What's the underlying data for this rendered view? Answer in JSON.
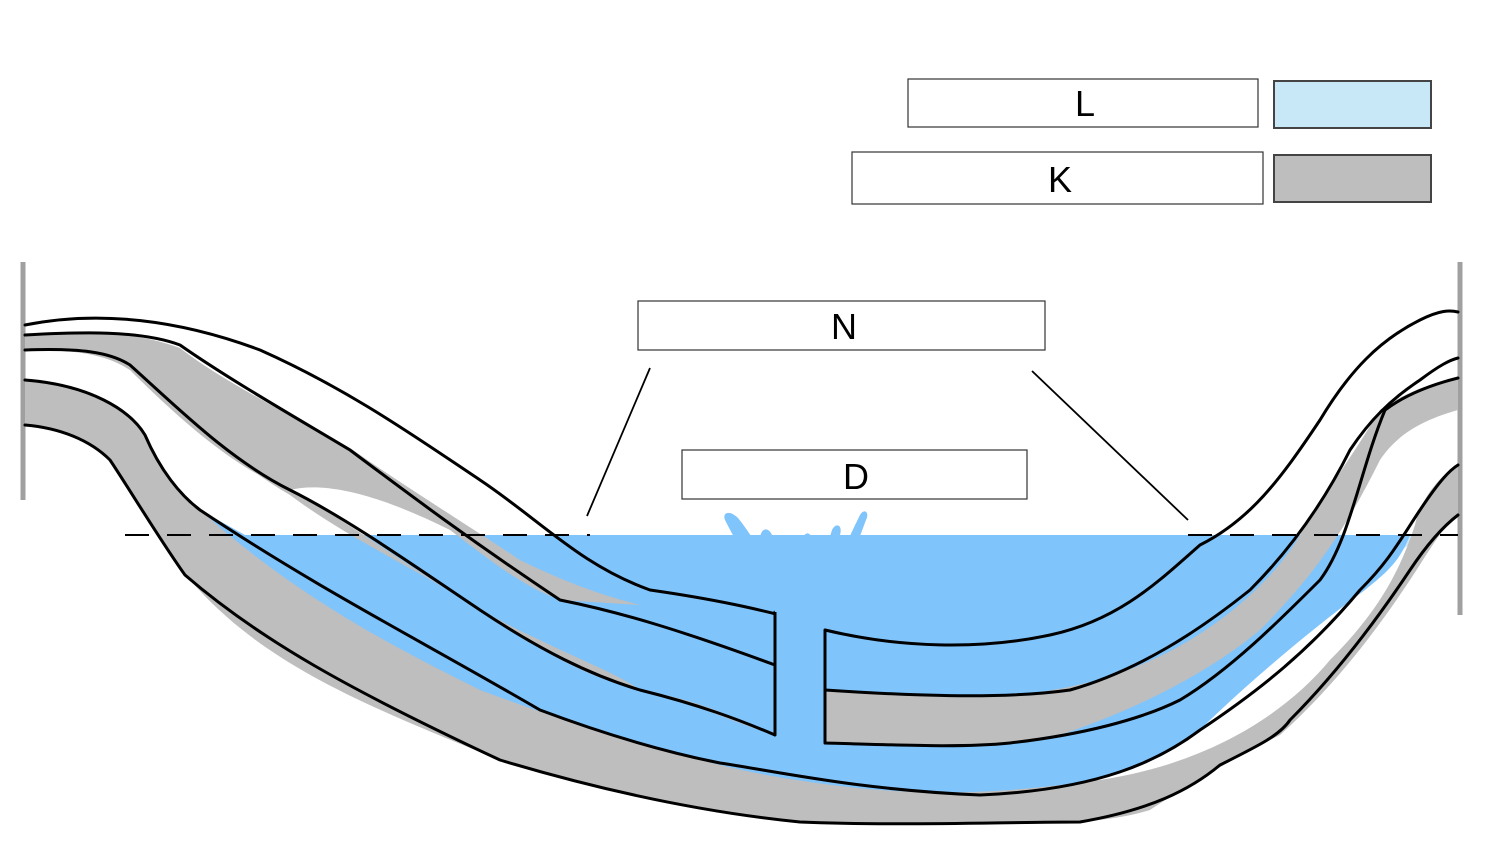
{
  "labels": {
    "l": "L",
    "k": "K",
    "n": "N",
    "d": "D"
  },
  "legend": [
    {
      "key": "l",
      "swatch_color": "#C8E8F8"
    },
    {
      "key": "k",
      "swatch_color": "#BEBEBE"
    }
  ],
  "colors": {
    "rock_layer": "#BEBEBE",
    "saturated_ground": "#C8E8F8",
    "aquifer_water": "#80C4FC",
    "fountain_water": "#80C4FC",
    "outline": "#000000"
  },
  "icons": [
    "fountain-icon"
  ]
}
